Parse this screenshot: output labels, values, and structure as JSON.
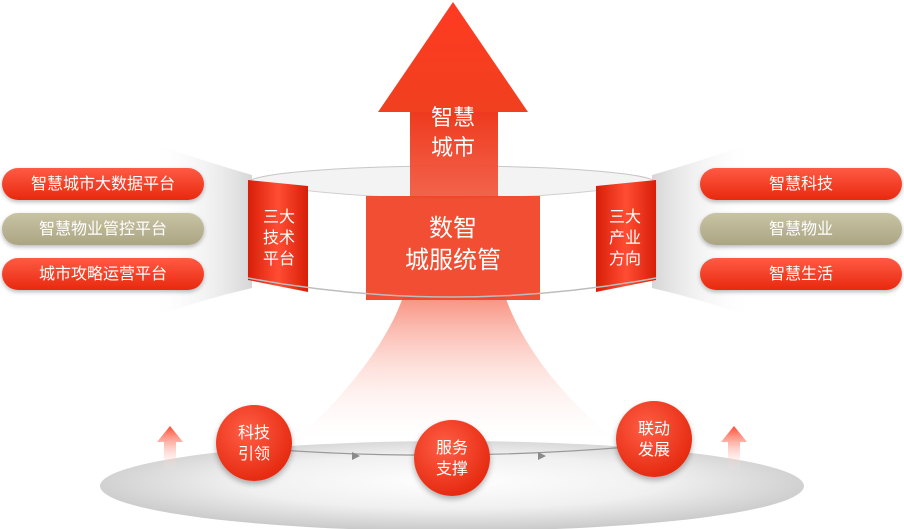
{
  "top_arrow": {
    "line1": "智慧",
    "line2": "城市"
  },
  "center": {
    "line1": "数智",
    "line2": "城服统管"
  },
  "left_band": {
    "line1": "三大",
    "line2": "技术",
    "line3": "平台"
  },
  "right_band": {
    "line1": "三大",
    "line2": "产业",
    "line3": "方向"
  },
  "left_pills": [
    {
      "label": "智慧城市大数据平台"
    },
    {
      "label": "智慧物业管控平台"
    },
    {
      "label": "城市攻略运营平台"
    }
  ],
  "right_pills": [
    {
      "label": "智慧科技"
    },
    {
      "label": "智慧物业"
    },
    {
      "label": "智慧生活"
    }
  ],
  "circles": [
    {
      "line1": "科技",
      "line2": "引领"
    },
    {
      "line1": "服务",
      "line2": "支撑"
    },
    {
      "line1": "联动",
      "line2": "发展"
    }
  ],
  "colors": {
    "red": "#e8290e",
    "red_light": "#ff5a44",
    "olive": "#b5b08f",
    "platform_gray": "#dcdcdc"
  }
}
